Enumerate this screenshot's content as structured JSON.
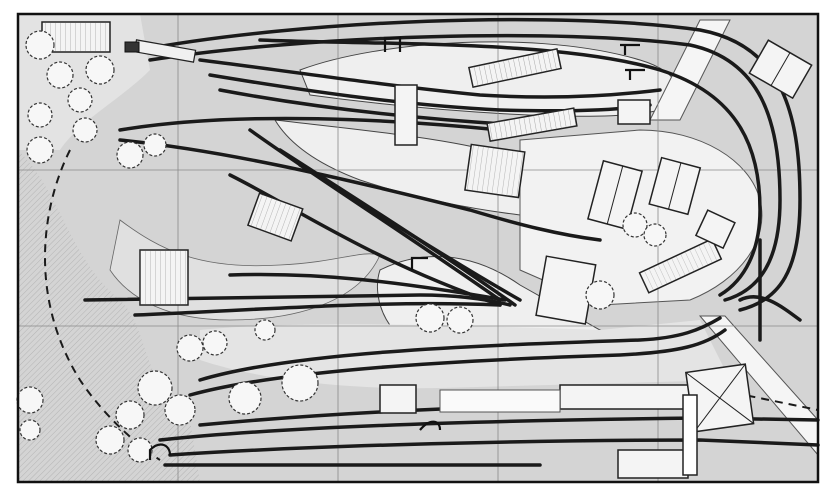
{
  "diagram": {
    "kind": "model railway track plan, top view, grayscale pen-and-ink",
    "grid": {
      "columns": 5,
      "rows": 3
    },
    "colors": {
      "paper": "#ffffff",
      "board": "#d9d9d9",
      "board_dark": "#b9b9b9",
      "ground_light": "#efefef",
      "track": "#1a1a1a",
      "grid_line": "#8a8a8a",
      "building_roof": "#f4f4f4",
      "building_shadow": "#3a3a3a",
      "tree": "#f7f7f7"
    },
    "labels": []
  }
}
